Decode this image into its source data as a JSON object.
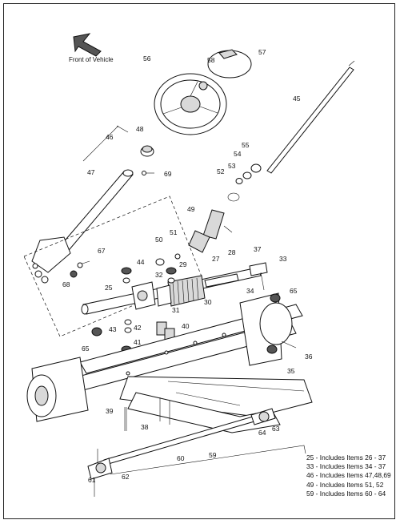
{
  "front_label": "Front of Vehicle",
  "callouts": [
    "57",
    "56",
    "58",
    "45",
    "48",
    "46",
    "55",
    "54",
    "53",
    "52",
    "47",
    "69",
    "49",
    "51",
    "50",
    "37",
    "33",
    "27",
    "28",
    "67",
    "44",
    "29",
    "32",
    "34",
    "65",
    "25",
    "68",
    "30",
    "31",
    "43",
    "42",
    "40",
    "41",
    "65",
    "36",
    "35",
    "39",
    "38",
    "64",
    "63",
    "60",
    "59",
    "61",
    "62"
  ],
  "notes": [
    "25 - Includes Items 26 - 37",
    "33 - Includes Items 34 - 37",
    "46 - Includes Items 47,48,69",
    "49 - Includes Items 51, 52",
    "59 - Includes Items 60 - 64"
  ],
  "colors": {
    "line": "#111111",
    "shade": "#d9d9d9",
    "dark": "#555555"
  }
}
